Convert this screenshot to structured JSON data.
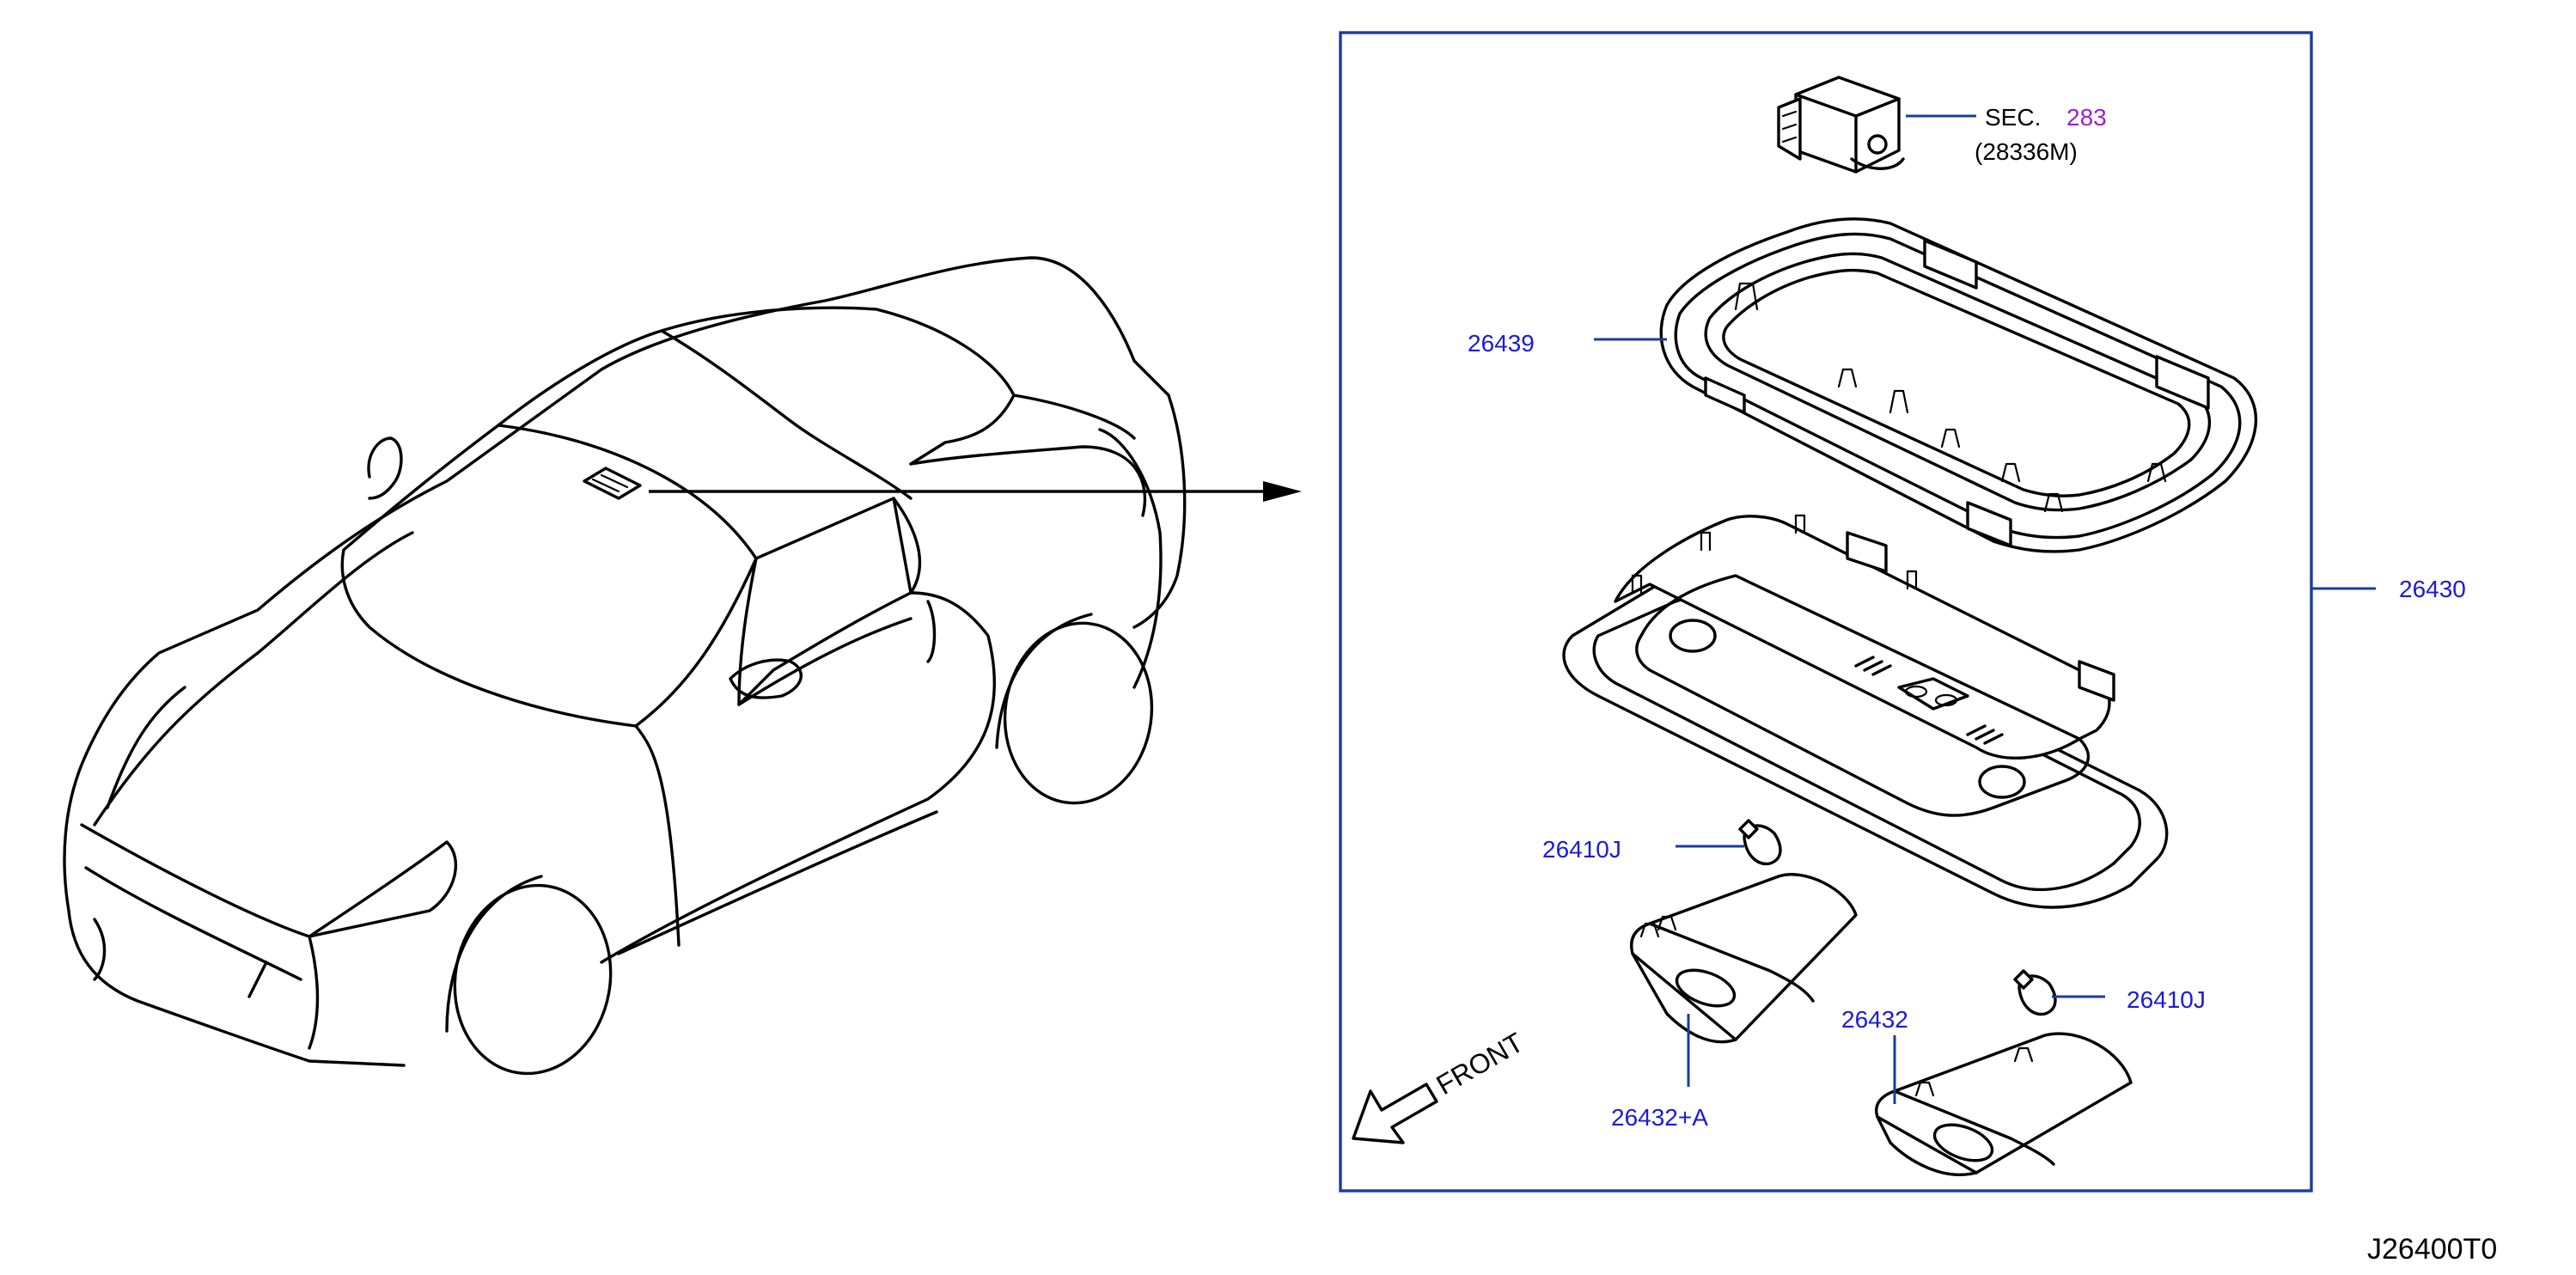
{
  "labels": {
    "sec_prefix": "SEC.",
    "sec_number": "283",
    "sec_sub": "(28336M)",
    "p26439": "26439",
    "p26430": "26430",
    "p26410j_left": "26410J",
    "p26410j_right": "26410J",
    "p26432": "26432",
    "p26432a": "26432+A",
    "front": "FRONT"
  },
  "diagram_code": "J26400T0",
  "colors": {
    "part_label": "#1a1adb",
    "section_link": "#9b1fd6",
    "frame": "#1a3c9c",
    "line": "#000000"
  }
}
